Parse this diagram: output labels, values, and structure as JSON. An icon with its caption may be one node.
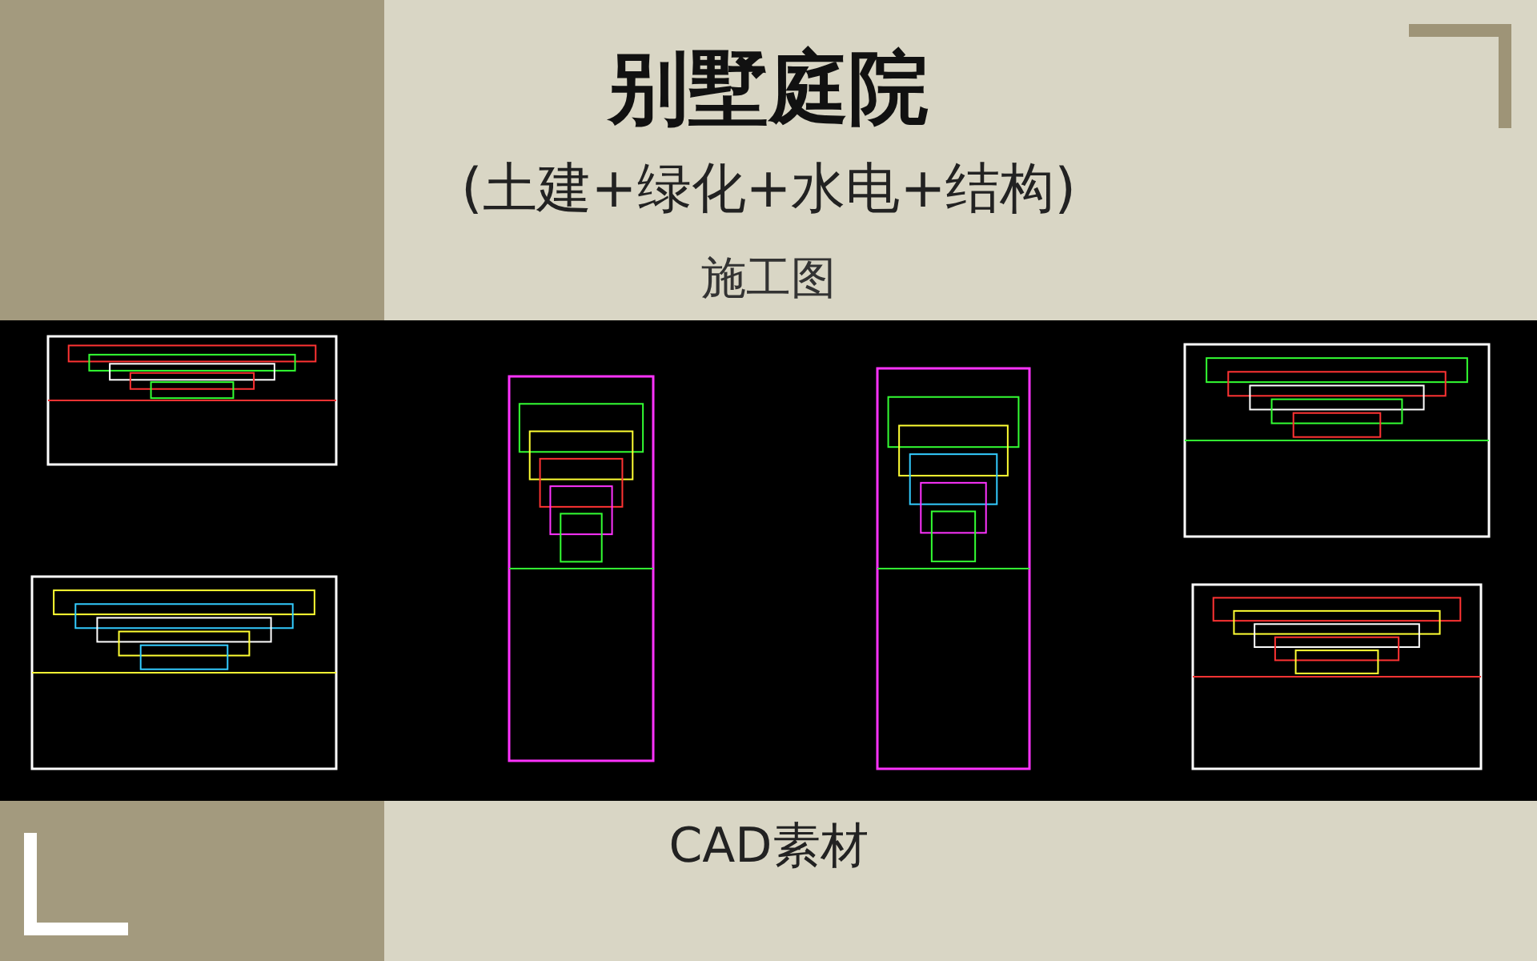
{
  "diagram": {
    "title": "别墅庭院",
    "labels": [
      "(土建+绿化+水电+结构)",
      "施工图",
      "CAD素材"
    ]
  }
}
